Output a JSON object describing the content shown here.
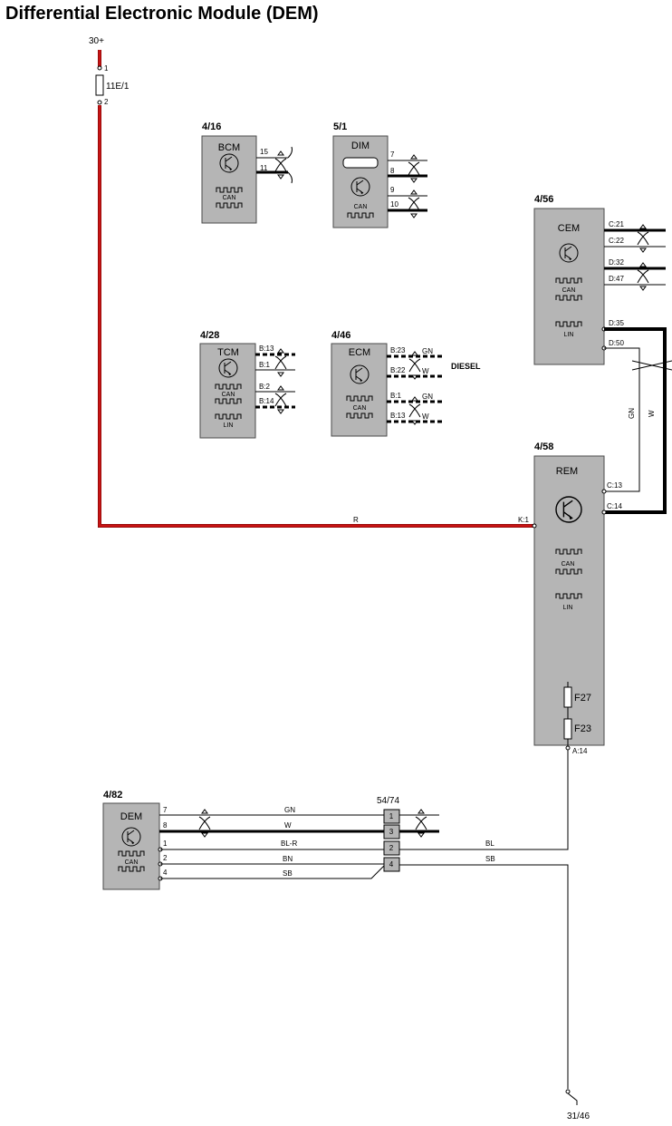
{
  "title": "Differential Electronic Module (DEM)",
  "power": {
    "supply": "30+",
    "fuse": "11E/1",
    "fuse_pin_top": "1",
    "fuse_pin_bottom": "2"
  },
  "ground": {
    "label": "31/46"
  },
  "modules": {
    "bcm": {
      "ref": "4/16",
      "name": "BCM",
      "can": "CAN",
      "pins": [
        "15",
        "11"
      ]
    },
    "dim": {
      "ref": "5/1",
      "name": "DIM",
      "can": "CAN",
      "pins": [
        "7",
        "8",
        "9",
        "10"
      ]
    },
    "cem": {
      "ref": "4/56",
      "name": "CEM",
      "can": "CAN",
      "lin": "LIN",
      "pins": [
        "C:21",
        "C:22",
        "D:32",
        "D:47",
        "D:35",
        "D:50"
      ]
    },
    "tcm": {
      "ref": "4/28",
      "name": "TCM",
      "can": "CAN",
      "lin": "LIN",
      "pins": [
        "B:13",
        "B:1",
        "B:2",
        "B:14"
      ]
    },
    "ecm": {
      "ref": "4/46",
      "name": "ECM",
      "can": "CAN",
      "pins": [
        "B:23",
        "B:22",
        "B:1",
        "B:13"
      ],
      "wire_colors": [
        "GN",
        "W",
        "GN",
        "W"
      ],
      "note": "DIESEL"
    },
    "rem": {
      "ref": "4/58",
      "name": "REM",
      "can": "CAN",
      "lin": "LIN",
      "pins": [
        "C:13",
        "C:14",
        "K:1",
        "A:14"
      ],
      "fuses": [
        "F27",
        "F23"
      ]
    },
    "dem": {
      "ref": "4/82",
      "name": "DEM",
      "can": "CAN",
      "pins": [
        "7",
        "8",
        "1",
        "2",
        "4"
      ]
    }
  },
  "connector": {
    "ref": "54/74",
    "pins": [
      "1",
      "3",
      "2",
      "4"
    ]
  },
  "wires": {
    "rem_power": "R",
    "cem_rem_1": "GN",
    "cem_rem_2": "W",
    "dem_left": [
      "GN",
      "W",
      "BL-R",
      "BN",
      "SB"
    ],
    "rem_to_conn": "BL",
    "conn_to_ground": "SB"
  }
}
